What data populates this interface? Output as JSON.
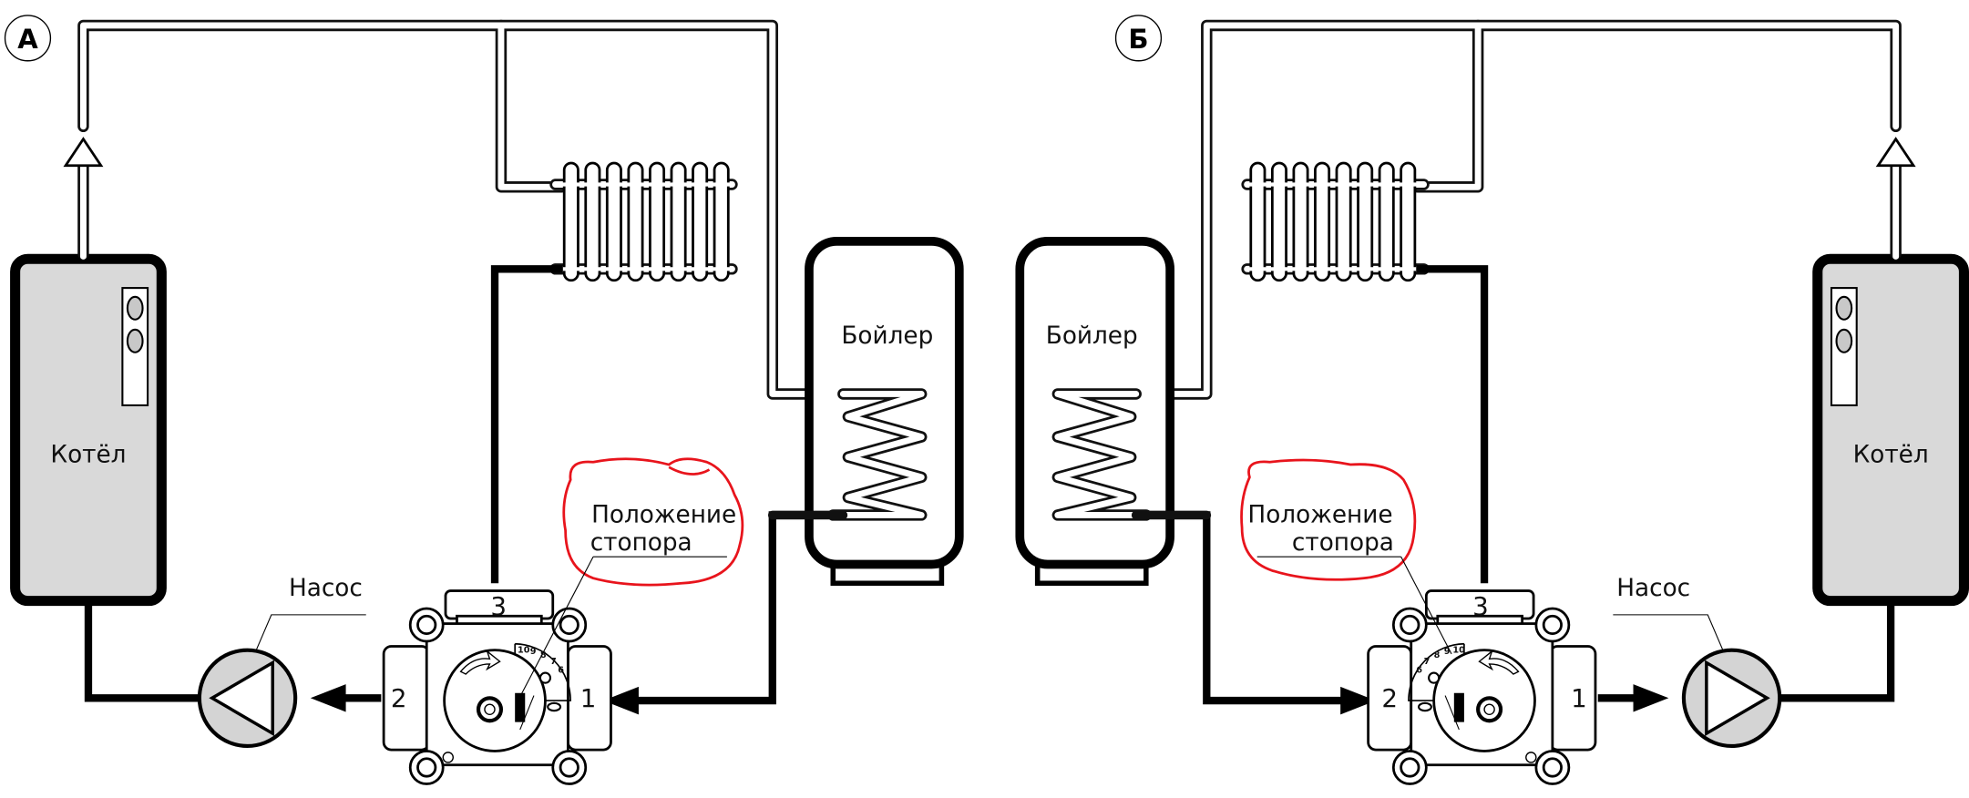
{
  "diagrams": [
    {
      "letter": "А",
      "boiler_label": "Котёл",
      "water_heater_label": "Бойлер",
      "pump_label": "Насос",
      "stopper_note": [
        "Положение",
        "стопора"
      ],
      "valve_ports": {
        "port1": "1",
        "port2": "2",
        "port3": "3"
      },
      "dial_numbers": [
        "10",
        "9",
        "8",
        "7",
        "6"
      ]
    },
    {
      "letter": "Б",
      "boiler_label": "Котёл",
      "water_heater_label": "Бойлер",
      "pump_label": "Насос",
      "stopper_note": [
        "Положение",
        "стопора"
      ],
      "valve_ports": {
        "port1": "1",
        "port2": "2",
        "port3": "3"
      },
      "dial_numbers": [
        "10",
        "9",
        "8",
        "7",
        "6"
      ]
    }
  ],
  "colors": {
    "boiler_fill": "#d9d9d9",
    "pump_fill": "#d4d4d4",
    "highlight": "#e8141c",
    "line": "#000000"
  }
}
